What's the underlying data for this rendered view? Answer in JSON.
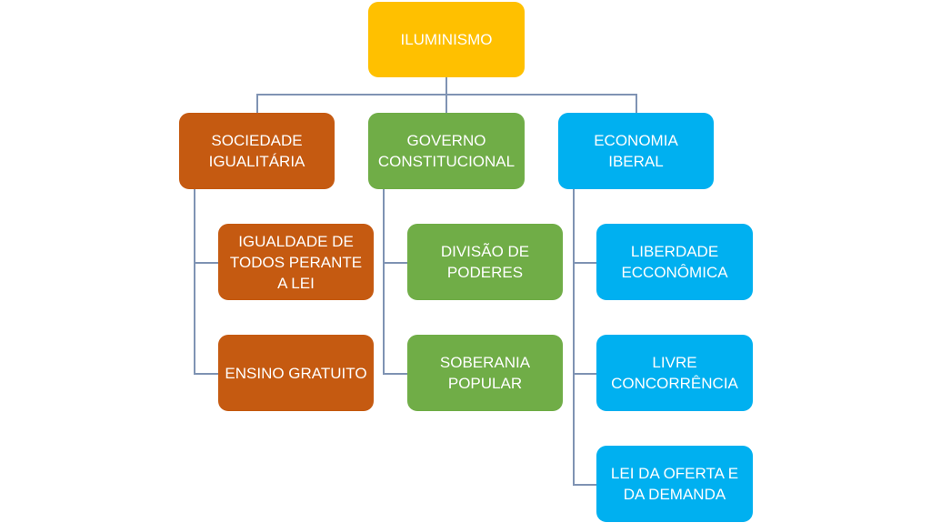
{
  "colors": {
    "root": "#FFC000",
    "sociedade": "#C55A11",
    "governo": "#70AD47",
    "economia": "#00B0F0"
  },
  "root": {
    "label": "ILUMINISMO"
  },
  "branches": [
    {
      "label": "SOCIEDADE\nIGUALITÁRIA",
      "children": [
        "IGUALDADE DE\nTODOS PERANTE\nA LEI",
        "ENSINO GRATUITO"
      ]
    },
    {
      "label": "GOVERNO\nCONSTITUCIONAL",
      "children": [
        "DIVISÃO DE\nPODERES",
        "SOBERANIA\nPOPULAR"
      ]
    },
    {
      "label": "ECONOMIA\nIBERAL",
      "children": [
        "LIBERDADE\nECCONÔMICA",
        "LIVRE\nCONCORRÊNCIA",
        "LEI DA OFERTA E\nDA DEMANDA"
      ]
    }
  ]
}
